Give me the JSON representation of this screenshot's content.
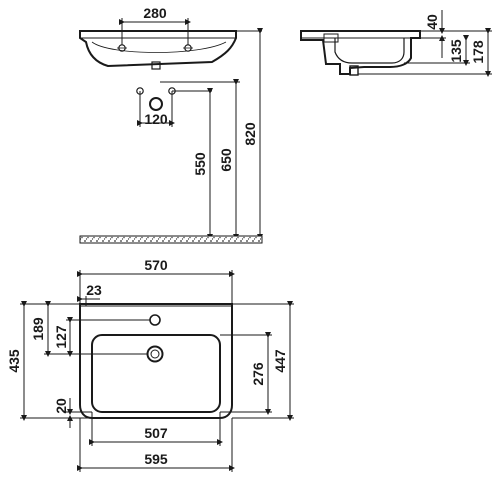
{
  "dimensions": {
    "top_hole_spacing": "280",
    "wall_outlet_width": "120",
    "height_550": "550",
    "height_650": "650",
    "height_820": "820",
    "side_top_40": "40",
    "side_depth_135": "135",
    "side_height_178": "178",
    "plan_width_570": "570",
    "plan_offset_23": "23",
    "plan_depth_189": "189",
    "plan_depth_127": "127",
    "plan_depth_435": "435",
    "plan_bowl_276": "276",
    "plan_depth_447": "447",
    "plan_edge_20": "20",
    "plan_bowl_507": "507",
    "plan_width_595": "595"
  },
  "colors": {
    "line": "#1a1a1a",
    "background": "#ffffff",
    "counter_fill": "#7a7a7a"
  }
}
